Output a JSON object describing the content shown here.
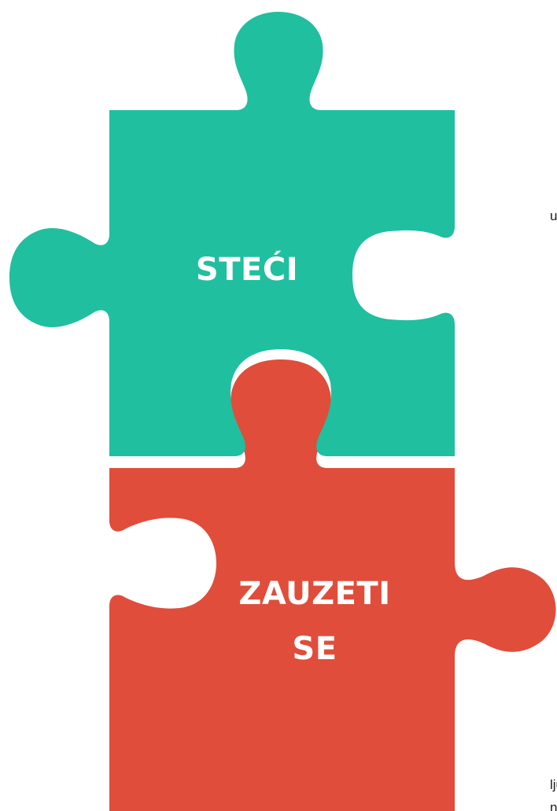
{
  "pieces": {
    "top": {
      "label": "STEĆI",
      "color": "#20bf9f"
    },
    "bottom": {
      "label_line1": "ZAUZETI",
      "label_line2": "SE",
      "color": "#e04d3b"
    }
  },
  "cropped_text": {
    "fragment_1": "u",
    "fragment_2": "lju",
    "fragment_3": "načini"
  }
}
